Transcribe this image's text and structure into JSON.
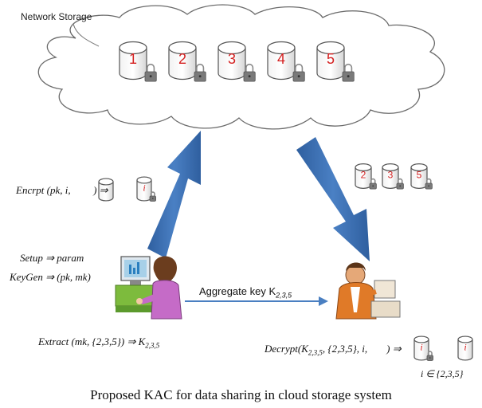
{
  "cloud": {
    "label": "Network Storage",
    "cylinders": [
      "1",
      "2",
      "3",
      "4",
      "5"
    ]
  },
  "downloaded": [
    "2",
    "3",
    "5"
  ],
  "owner": {
    "encrypt": "Encrpt (pk, i,",
    "encrypt_result": ") ⇒",
    "setup": "Setup ⇒ param",
    "keygen": "KeyGen ⇒ (pk, mk)",
    "extract": "Extract (mk, {2,3,5}) ⇒ K",
    "extract_sub": "2,3,5"
  },
  "aggregate": {
    "label": "Aggregate key K",
    "sub": "2,3,5"
  },
  "user": {
    "decrypt_a": "Decrypt(K",
    "decrypt_sub": "2,3,5",
    "decrypt_b": ", {2,3,5}, i,",
    "decrypt_c": ") ⇒",
    "condition": "i ∈ {2,3,5}"
  },
  "symbols": {
    "i": "i"
  },
  "caption": "Proposed KAC for data sharing in cloud storage system",
  "colors": {
    "arrow": "#3f72b6",
    "cloud_stroke": "#666666",
    "cylinder_stroke": "#555555",
    "index": "#d42020",
    "lock": "#7a7a7a"
  }
}
